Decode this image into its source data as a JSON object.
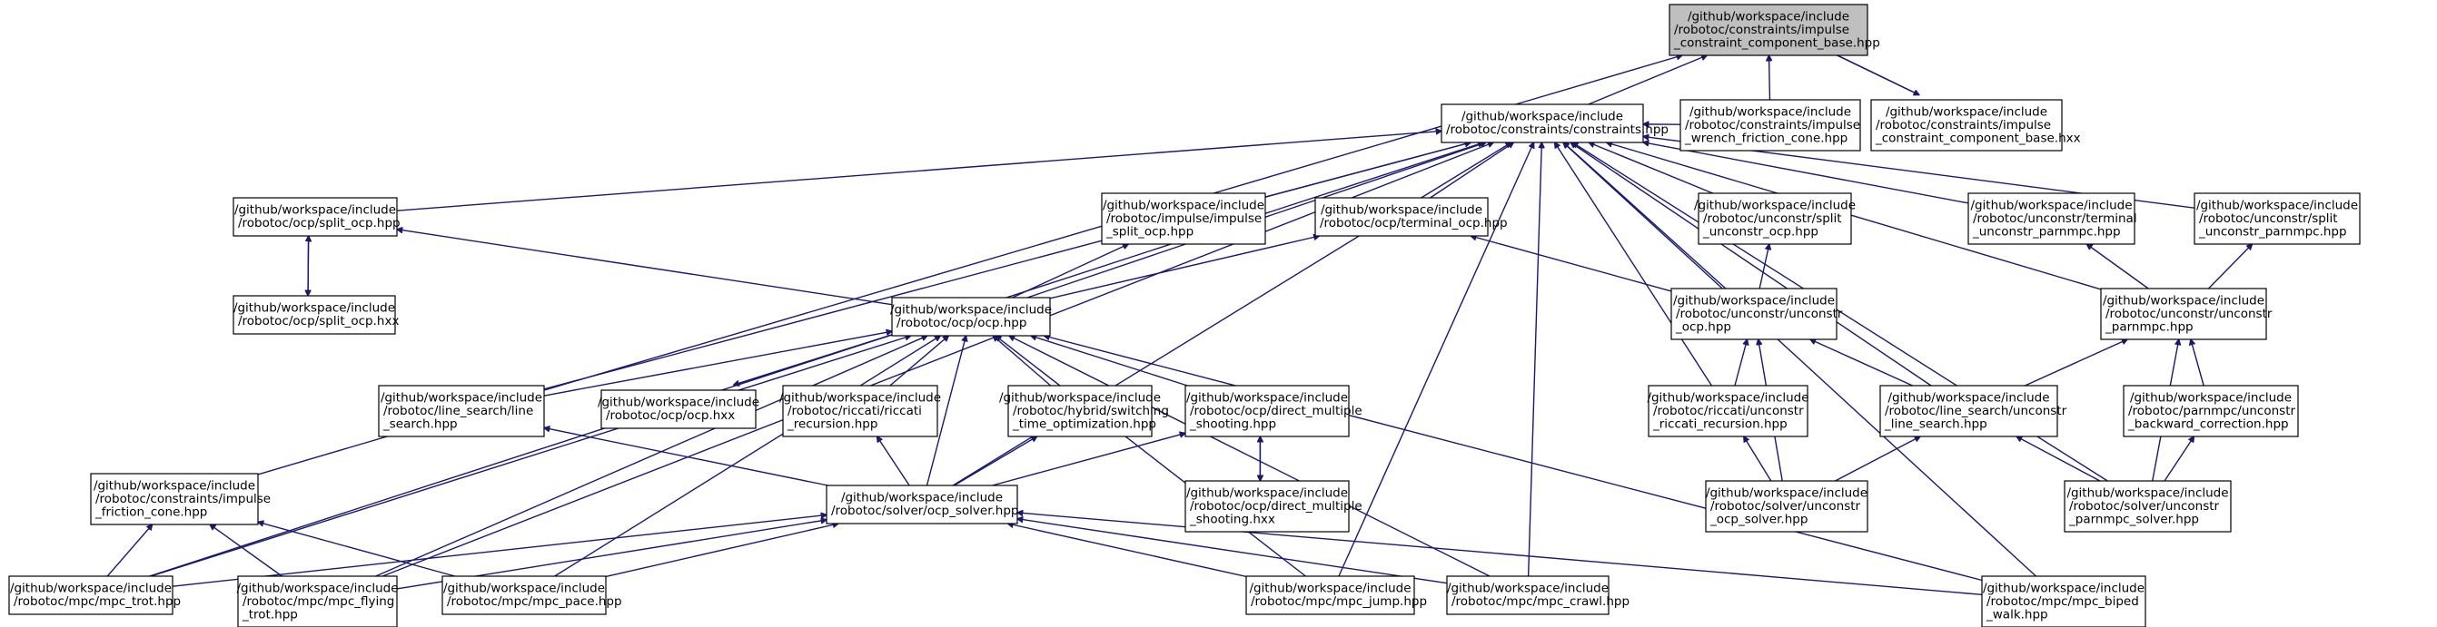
{
  "colors": {
    "edge": "#191970",
    "root_fill": "#bfbfbf",
    "node_fill": "#ffffff",
    "border": "#000000"
  },
  "nodes": [
    {
      "id": "root",
      "lines": [
        "/github/workspace/include",
        "/robotoc/constraints/impulse",
        "_constraint_component_base.hpp"
      ],
      "highlight": true
    },
    {
      "id": "constraints",
      "lines": [
        "/github/workspace/include",
        "/robotoc/constraints/constraints.hpp"
      ]
    },
    {
      "id": "wrench",
      "lines": [
        "/github/workspace/include",
        "/robotoc/constraints/impulse",
        "_wrench_friction_cone.hpp"
      ]
    },
    {
      "id": "basehxx",
      "lines": [
        "/github/workspace/include",
        "/robotoc/constraints/impulse",
        "_constraint_component_base.hxx"
      ]
    },
    {
      "id": "friction",
      "lines": [
        "/github/workspace/include",
        "/robotoc/constraints/impulse",
        "_friction_cone.hpp"
      ]
    },
    {
      "id": "splitocp",
      "lines": [
        "/github/workspace/include",
        "/robotoc/ocp/split_ocp.hpp"
      ]
    },
    {
      "id": "splitocphxx",
      "lines": [
        "/github/workspace/include",
        "/robotoc/ocp/split_ocp.hxx"
      ]
    },
    {
      "id": "impsplit",
      "lines": [
        "/github/workspace/include",
        "/robotoc/impulse/impulse",
        "_split_ocp.hpp"
      ]
    },
    {
      "id": "terminal",
      "lines": [
        "/github/workspace/include",
        "/robotoc/ocp/terminal_ocp.hpp"
      ]
    },
    {
      "id": "ocp",
      "lines": [
        "/github/workspace/include",
        "/robotoc/ocp/ocp.hpp"
      ]
    },
    {
      "id": "linesearch",
      "lines": [
        "/github/workspace/include",
        "/robotoc/line_search/line",
        "_search.hpp"
      ]
    },
    {
      "id": "ocphxx",
      "lines": [
        "/github/workspace/include",
        "/robotoc/ocp/ocp.hxx"
      ]
    },
    {
      "id": "riccati",
      "lines": [
        "/github/workspace/include",
        "/robotoc/riccati/riccati",
        "_recursion.hpp"
      ]
    },
    {
      "id": "switching",
      "lines": [
        "/github/workspace/include",
        "/robotoc/hybrid/switching",
        "_time_optimization.hpp"
      ]
    },
    {
      "id": "dms",
      "lines": [
        "/github/workspace/include",
        "/robotoc/ocp/direct_multiple",
        "_shooting.hpp"
      ]
    },
    {
      "id": "dmshxx",
      "lines": [
        "/github/workspace/include",
        "/robotoc/ocp/direct_multiple",
        "_shooting.hxx"
      ]
    },
    {
      "id": "ocpsolver",
      "lines": [
        "/github/workspace/include",
        "/robotoc/solver/ocp_solver.hpp"
      ]
    },
    {
      "id": "usplit",
      "lines": [
        "/github/workspace/include",
        "/robotoc/unconstr/split",
        "_unconstr_ocp.hpp"
      ]
    },
    {
      "id": "uocp",
      "lines": [
        "/github/workspace/include",
        "/robotoc/unconstr/unconstr",
        "_ocp.hpp"
      ]
    },
    {
      "id": "uriccati",
      "lines": [
        "/github/workspace/include",
        "/robotoc/riccati/unconstr",
        "_riccati_recursion.hpp"
      ]
    },
    {
      "id": "ulinesearch",
      "lines": [
        "/github/workspace/include",
        "/robotoc/line_search/unconstr",
        "_line_search.hpp"
      ]
    },
    {
      "id": "uocpsolver",
      "lines": [
        "/github/workspace/include",
        "/robotoc/solver/unconstr",
        "_ocp_solver.hpp"
      ]
    },
    {
      "id": "uterminal",
      "lines": [
        "/github/workspace/include",
        "/robotoc/unconstr/terminal",
        "_unconstr_parnmpc.hpp"
      ]
    },
    {
      "id": "usplitpar",
      "lines": [
        "/github/workspace/include",
        "/robotoc/unconstr/split",
        "_unconstr_parnmpc.hpp"
      ]
    },
    {
      "id": "upar",
      "lines": [
        "/github/workspace/include",
        "/robotoc/unconstr/unconstr",
        "_parnmpc.hpp"
      ]
    },
    {
      "id": "backward",
      "lines": [
        "/github/workspace/include",
        "/robotoc/parnmpc/unconstr",
        "_backward_correction.hpp"
      ]
    },
    {
      "id": "uparsolver",
      "lines": [
        "/github/workspace/include",
        "/robotoc/solver/unconstr",
        "_parnmpc_solver.hpp"
      ]
    },
    {
      "id": "trot",
      "lines": [
        "/github/workspace/include",
        "/robotoc/mpc/mpc_trot.hpp"
      ]
    },
    {
      "id": "flying",
      "lines": [
        "/github/workspace/include",
        "/robotoc/mpc/mpc_flying",
        "_trot.hpp"
      ]
    },
    {
      "id": "pace",
      "lines": [
        "/github/workspace/include",
        "/robotoc/mpc/mpc_pace.hpp"
      ]
    },
    {
      "id": "jump",
      "lines": [
        "/github/workspace/include",
        "/robotoc/mpc/mpc_jump.hpp"
      ]
    },
    {
      "id": "crawl",
      "lines": [
        "/github/workspace/include",
        "/robotoc/mpc/mpc_crawl.hpp"
      ]
    },
    {
      "id": "biped",
      "lines": [
        "/github/workspace/include",
        "/robotoc/mpc/mpc_biped",
        "_walk.hpp"
      ]
    }
  ],
  "edges": [
    {
      "from": "constraints",
      "to": "root"
    },
    {
      "from": "wrench",
      "to": "root"
    },
    {
      "from": "basehxx",
      "to": "root"
    },
    {
      "from": "root",
      "to": "basehxx"
    },
    {
      "from": "friction",
      "to": "root"
    },
    {
      "from": "wrench",
      "to": "constraints"
    },
    {
      "from": "splitocp",
      "to": "constraints"
    },
    {
      "from": "impsplit",
      "to": "constraints"
    },
    {
      "from": "terminal",
      "to": "constraints"
    },
    {
      "from": "ocp",
      "to": "constraints"
    },
    {
      "from": "linesearch",
      "to": "constraints"
    },
    {
      "from": "ocpsolver",
      "to": "constraints"
    },
    {
      "from": "usplit",
      "to": "constraints"
    },
    {
      "from": "uocp",
      "to": "constraints"
    },
    {
      "from": "uriccati",
      "to": "constraints"
    },
    {
      "from": "ulinesearch",
      "to": "constraints"
    },
    {
      "from": "uterminal",
      "to": "constraints"
    },
    {
      "from": "usplitpar",
      "to": "constraints"
    },
    {
      "from": "upar",
      "to": "constraints"
    },
    {
      "from": "uparsolver",
      "to": "constraints"
    },
    {
      "from": "trot",
      "to": "constraints"
    },
    {
      "from": "flying",
      "to": "constraints"
    },
    {
      "from": "jump",
      "to": "constraints"
    },
    {
      "from": "crawl",
      "to": "constraints"
    },
    {
      "from": "biped",
      "to": "constraints"
    },
    {
      "from": "splitocphxx",
      "to": "splitocp"
    },
    {
      "from": "splitocp",
      "to": "splitocphxx"
    },
    {
      "from": "ocp",
      "to": "splitocp"
    },
    {
      "from": "ocp",
      "to": "impsplit"
    },
    {
      "from": "ocp",
      "to": "terminal"
    },
    {
      "from": "uocp",
      "to": "terminal"
    },
    {
      "from": "linesearch",
      "to": "ocp"
    },
    {
      "from": "ocphxx",
      "to": "ocp"
    },
    {
      "from": "ocp",
      "to": "ocphxx"
    },
    {
      "from": "riccati",
      "to": "ocp"
    },
    {
      "from": "switching",
      "to": "ocp"
    },
    {
      "from": "dms",
      "to": "ocp"
    },
    {
      "from": "ocpsolver",
      "to": "ocp"
    },
    {
      "from": "trot",
      "to": "ocp"
    },
    {
      "from": "flying",
      "to": "ocp"
    },
    {
      "from": "pace",
      "to": "ocp"
    },
    {
      "from": "jump",
      "to": "ocp"
    },
    {
      "from": "crawl",
      "to": "ocp"
    },
    {
      "from": "biped",
      "to": "ocp"
    },
    {
      "from": "dmshxx",
      "to": "dms"
    },
    {
      "from": "dms",
      "to": "dmshxx"
    },
    {
      "from": "ocpsolver",
      "to": "linesearch"
    },
    {
      "from": "ocpsolver",
      "to": "riccati"
    },
    {
      "from": "ocpsolver",
      "to": "switching"
    },
    {
      "from": "ocpsolver",
      "to": "dms"
    },
    {
      "from": "trot",
      "to": "ocpsolver"
    },
    {
      "from": "flying",
      "to": "ocpsolver"
    },
    {
      "from": "pace",
      "to": "ocpsolver"
    },
    {
      "from": "jump",
      "to": "ocpsolver"
    },
    {
      "from": "crawl",
      "to": "ocpsolver"
    },
    {
      "from": "biped",
      "to": "ocpsolver"
    },
    {
      "from": "trot",
      "to": "friction"
    },
    {
      "from": "flying",
      "to": "friction"
    },
    {
      "from": "pace",
      "to": "friction"
    },
    {
      "from": "uocp",
      "to": "usplit"
    },
    {
      "from": "uriccati",
      "to": "uocp"
    },
    {
      "from": "ulinesearch",
      "to": "uocp"
    },
    {
      "from": "uocpsolver",
      "to": "uocp"
    },
    {
      "from": "uocpsolver",
      "to": "uriccati"
    },
    {
      "from": "uocpsolver",
      "to": "ulinesearch"
    },
    {
      "from": "upar",
      "to": "uterminal"
    },
    {
      "from": "upar",
      "to": "usplitpar"
    },
    {
      "from": "ulinesearch",
      "to": "upar"
    },
    {
      "from": "backward",
      "to": "upar"
    },
    {
      "from": "uparsolver",
      "to": "upar"
    },
    {
      "from": "uparsolver",
      "to": "ulinesearch"
    },
    {
      "from": "uparsolver",
      "to": "backward"
    }
  ]
}
